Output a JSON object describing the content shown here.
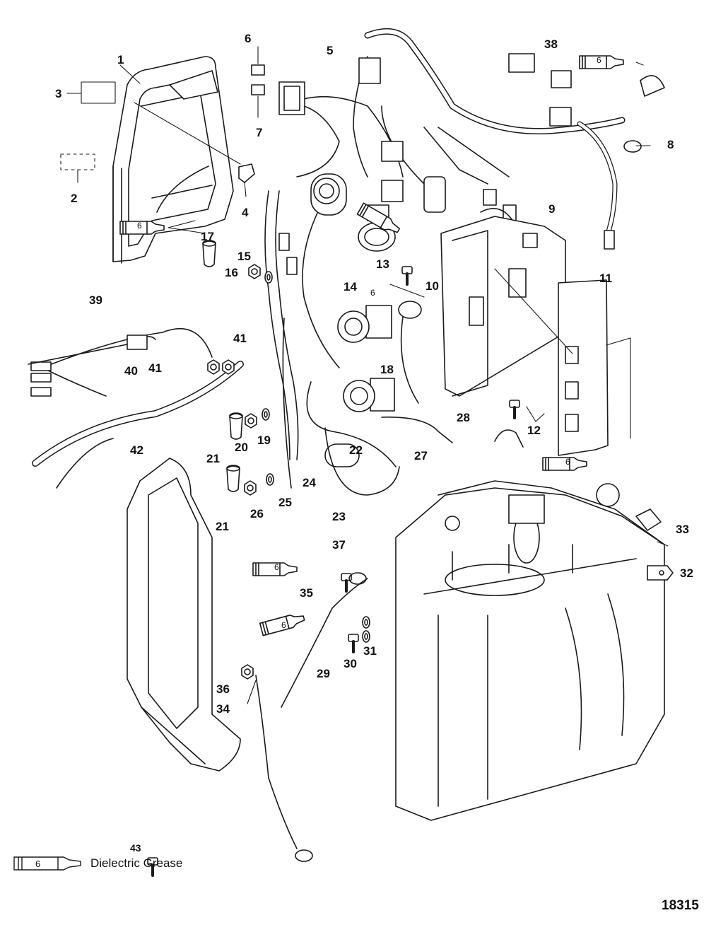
{
  "callouts": [
    {
      "id": "c1",
      "text": "1"
    },
    {
      "id": "c2",
      "text": "2"
    },
    {
      "id": "c3",
      "text": "3"
    },
    {
      "id": "c4",
      "text": "4"
    },
    {
      "id": "c5",
      "text": "5"
    },
    {
      "id": "c6",
      "text": "6"
    },
    {
      "id": "c7",
      "text": "7"
    },
    {
      "id": "c8",
      "text": "8"
    },
    {
      "id": "c9",
      "text": "9"
    },
    {
      "id": "c10",
      "text": "10"
    },
    {
      "id": "c11",
      "text": "11"
    },
    {
      "id": "c12",
      "text": "12"
    },
    {
      "id": "c13",
      "text": "13"
    },
    {
      "id": "c14",
      "text": "14"
    },
    {
      "id": "c15",
      "text": "15"
    },
    {
      "id": "c16",
      "text": "16"
    },
    {
      "id": "c17",
      "text": "17"
    },
    {
      "id": "c18",
      "text": "18"
    },
    {
      "id": "c19",
      "text": "19"
    },
    {
      "id": "c20",
      "text": "20"
    },
    {
      "id": "c21a",
      "text": "21"
    },
    {
      "id": "c21b",
      "text": "21"
    },
    {
      "id": "c22",
      "text": "22"
    },
    {
      "id": "c23",
      "text": "23"
    },
    {
      "id": "c24",
      "text": "24"
    },
    {
      "id": "c25",
      "text": "25"
    },
    {
      "id": "c26",
      "text": "26"
    },
    {
      "id": "c27",
      "text": "27"
    },
    {
      "id": "c28",
      "text": "28"
    },
    {
      "id": "c29",
      "text": "29"
    },
    {
      "id": "c30",
      "text": "30"
    },
    {
      "id": "c31",
      "text": "31"
    },
    {
      "id": "c32",
      "text": "32"
    },
    {
      "id": "c33",
      "text": "33"
    },
    {
      "id": "c34",
      "text": "34"
    },
    {
      "id": "c35",
      "text": "35"
    },
    {
      "id": "c36",
      "text": "36"
    },
    {
      "id": "c37",
      "text": "37"
    },
    {
      "id": "c38",
      "text": "38"
    },
    {
      "id": "c39",
      "text": "39"
    },
    {
      "id": "c40",
      "text": "40"
    },
    {
      "id": "c41a",
      "text": "41"
    },
    {
      "id": "c41b",
      "text": "41"
    },
    {
      "id": "c42",
      "text": "42"
    },
    {
      "id": "c43",
      "text": "43"
    }
  ],
  "grease_tube_label": "6",
  "legend": {
    "tube_label": "6",
    "text": "Dielectric Grease"
  },
  "figure_id": "18315"
}
